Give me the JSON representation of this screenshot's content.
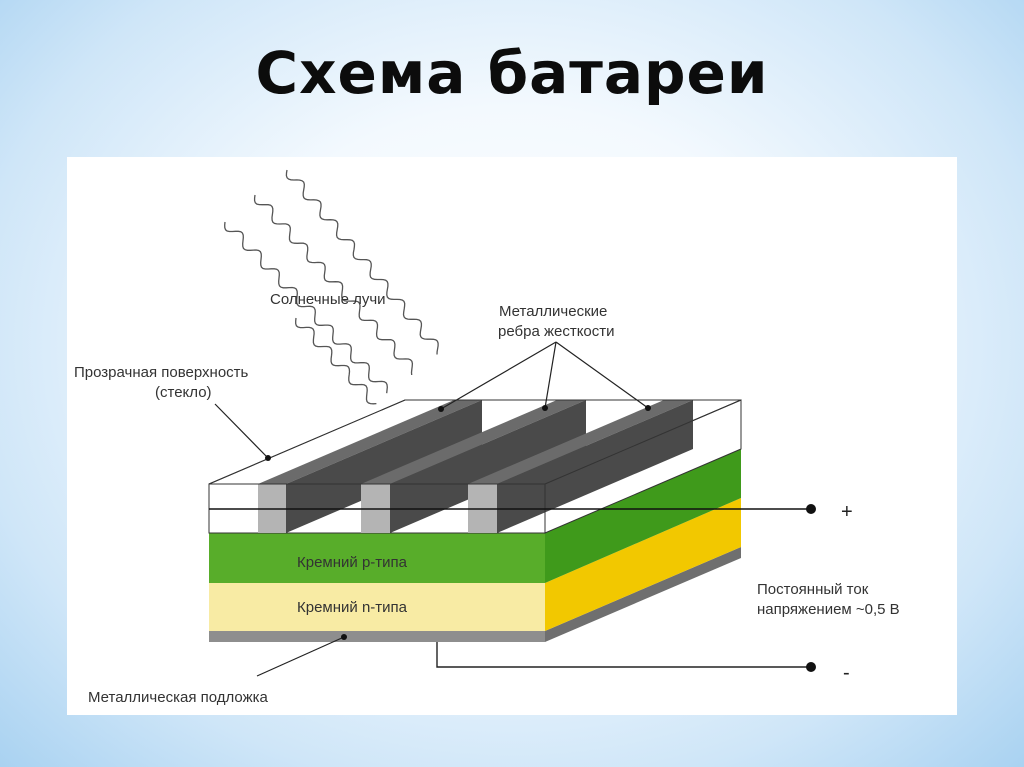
{
  "title": "Схема батареи",
  "labels": {
    "sun_rays": "Солнечные лучи",
    "metal_ribs_line1": "Металлические",
    "metal_ribs_line2": "ребра жесткости",
    "glass_line1": "Прозрачная поверхность",
    "glass_line2": "(стекло)",
    "p_silicon": "Кремний р-типа",
    "n_silicon": "Кремний n-типа",
    "current_line1": "Постоянный ток",
    "current_line2": "напряжением ~0,5 В",
    "substrate": "Металлическая подложка",
    "plus": "+",
    "minus": "-"
  },
  "colors": {
    "glass": "#ffffff",
    "rib_front": "#b4b4b4",
    "rib_top": "#6b6b6b",
    "p_front": "#58ad2a",
    "p_side": "#3f9a1b",
    "n_front": "#f8eba4",
    "n_side": "#f2c800",
    "substrate": "#8e8e8e"
  }
}
